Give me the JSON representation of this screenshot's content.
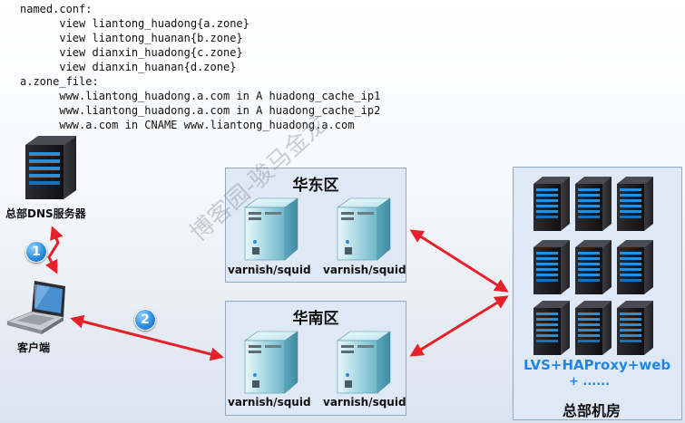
{
  "config": {
    "lines": [
      "named.conf:",
      "      view liantong_huadong{a.zone}",
      "      view liantong_huanan{b.zone}",
      "      view dianxin_huadong{c.zone}",
      "      view dianxin_huanan{d.zone}",
      "a.zone_file:",
      "      www.liantong_huadong.a.com in A huadong_cache_ip1",
      "      www.liantong_huadong.a.com in A huadong_cache_ip2",
      "      www.a.com in CNAME www.liantong_huadong.a.com"
    ]
  },
  "dns_server": {
    "label": "总部DNS服务器",
    "icon": "server-tower-icon"
  },
  "client": {
    "label": "客户端",
    "icon": "laptop-icon"
  },
  "steps": [
    "1",
    "2"
  ],
  "zones": [
    {
      "title": "华东区",
      "nodes": [
        "varnish/squid",
        "varnish/squid"
      ]
    },
    {
      "title": "华南区",
      "nodes": [
        "varnish/squid",
        "varnish/squid"
      ]
    }
  ],
  "hq": {
    "stack_label": "LVS+HAProxy+web",
    "more_label": "+  ......",
    "title": "总部机房"
  },
  "watermark": "博客园-骏马金龙",
  "colors": {
    "arrow": "#e8202a",
    "zone_fill": "#dfe9f5",
    "hq_text": "#1f86e6",
    "badge": "#2f8fe0"
  }
}
